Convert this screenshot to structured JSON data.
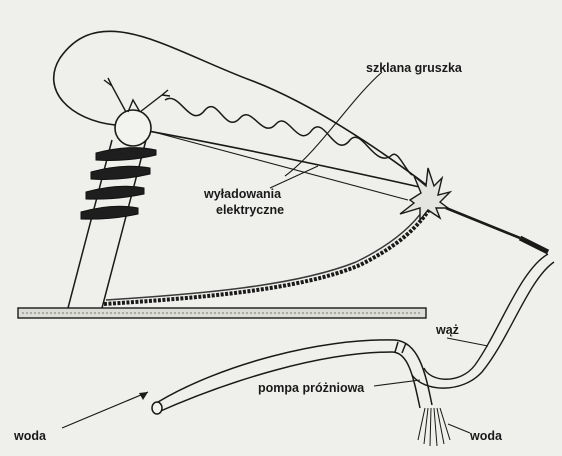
{
  "labels": {
    "bulb": "szklana gruszka",
    "discharge_line1": "wyładowania",
    "discharge_line2": "elektryczne",
    "hose": "wąż",
    "pump": "pompa próżniowa",
    "water_in": "woda",
    "water_out": "woda"
  },
  "colors": {
    "background": "#efefec",
    "ink": "#1a1a1a"
  }
}
